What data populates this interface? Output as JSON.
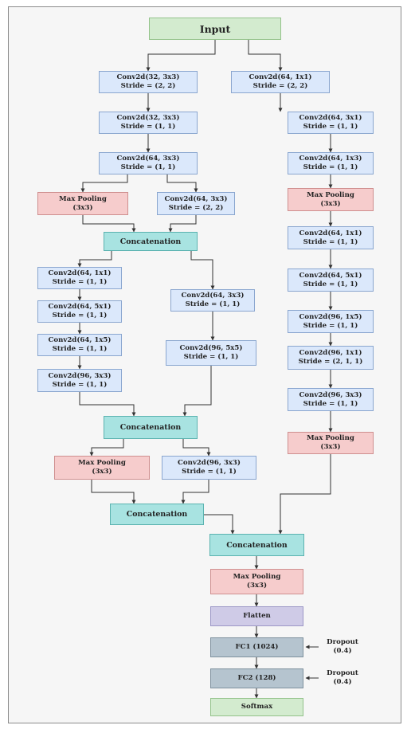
{
  "nodes": {
    "input": {
      "l1": "Input"
    },
    "a1": {
      "l1": "Conv2d(32, 3x3)",
      "l2": "Stride = (2, 2)"
    },
    "a2": {
      "l1": "Conv2d(32, 3x3)",
      "l2": "Stride = (1, 1)"
    },
    "a3": {
      "l1": "Conv2d(64, 3x3)",
      "l2": "Stride = (1, 1)"
    },
    "a_pool": {
      "l1": "Max Pooling",
      "l2": "(3x3)"
    },
    "a4": {
      "l1": "Conv2d(64, 3x3)",
      "l2": "Stride = (2, 2)"
    },
    "concat1": {
      "l1": "Concatenation"
    },
    "b1": {
      "l1": "Conv2d(64, 1x1)",
      "l2": "Stride = (1, 1)"
    },
    "b2": {
      "l1": "Conv2d(64, 5x1)",
      "l2": "Stride = (1, 1)"
    },
    "b3": {
      "l1": "Conv2d(64, 1x5)",
      "l2": "Stride = (1, 1)"
    },
    "b4": {
      "l1": "Conv2d(96, 3x3)",
      "l2": "Stride = (1, 1)"
    },
    "c1": {
      "l1": "Conv2d(64, 3x3)",
      "l2": "Stride = (1, 1)"
    },
    "c2": {
      "l1": "Conv2d(96, 5x5)",
      "l2": "Stride = (1, 1)"
    },
    "concat2": {
      "l1": "Concatenation"
    },
    "d_pool": {
      "l1": "Max Pooling",
      "l2": "(3x3)"
    },
    "d1": {
      "l1": "Conv2d(96, 3x3)",
      "l2": "Stride = (1, 1)"
    },
    "concat3": {
      "l1": "Concatenation"
    },
    "r1": {
      "l1": "Conv2d(64, 1x1)",
      "l2": "Stride = (2, 2)"
    },
    "r2": {
      "l1": "Conv2d(64, 3x1)",
      "l2": "Stride = (1, 1)"
    },
    "r3": {
      "l1": "Conv2d(64, 1x3)",
      "l2": "Stride = (1, 1)"
    },
    "r_pool1": {
      "l1": "Max Pooling",
      "l2": "(3x3)"
    },
    "r4": {
      "l1": "Conv2d(64, 1x1)",
      "l2": "Stride = (1, 1)"
    },
    "r5": {
      "l1": "Conv2d(64, 5x1)",
      "l2": "Stride = (1, 1)"
    },
    "r6": {
      "l1": "Conv2d(96, 1x5)",
      "l2": "Stride = (1, 1)"
    },
    "r7": {
      "l1": "Conv2d(96, 1x1)",
      "l2": "Stride = (2, 1, 1)"
    },
    "r8": {
      "l1": "Conv2d(96, 3x3)",
      "l2": "Stride = (1, 1)"
    },
    "r_pool2": {
      "l1": "Max Pooling",
      "l2": "(3x3)"
    },
    "concat_final": {
      "l1": "Concatenation"
    },
    "final_pool": {
      "l1": "Max Pooling",
      "l2": "(3x3)"
    },
    "flatten": {
      "l1": "Flatten"
    },
    "fc1": {
      "l1": "FC1 (1024)"
    },
    "fc2": {
      "l1": "FC2 (128)"
    },
    "softmax": {
      "l1": "Softmax"
    }
  },
  "notes": {
    "dropout1": {
      "l1": "Dropout",
      "l2": "(0.4)"
    },
    "dropout2": {
      "l1": "Dropout",
      "l2": "(0.4)"
    }
  }
}
